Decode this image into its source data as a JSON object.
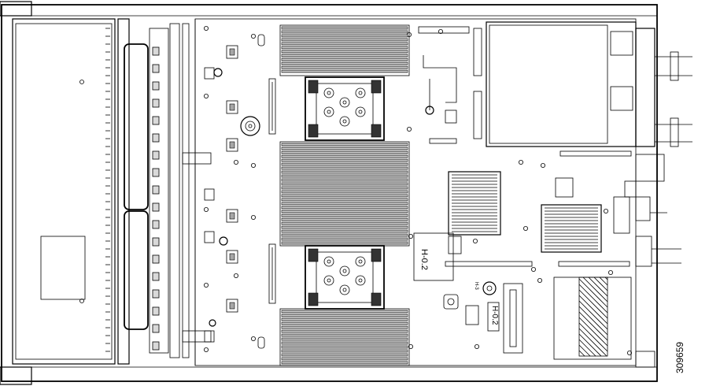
{
  "figure_id": "309659",
  "callouts": {
    "label_a": "H-0.2",
    "label_b": "H-0.2",
    "label_c": "H-3"
  },
  "colors": {
    "line": "#000000",
    "fill_light": "#d9d9d9",
    "fill_mid": "#a6a6a6",
    "background": "#ffffff"
  },
  "icons": {
    "cpu_heatsink": "cpu-heatsink-icon",
    "dimm_slot": "dimm-slot-icon",
    "drive_bay": "drive-bay-icon"
  }
}
